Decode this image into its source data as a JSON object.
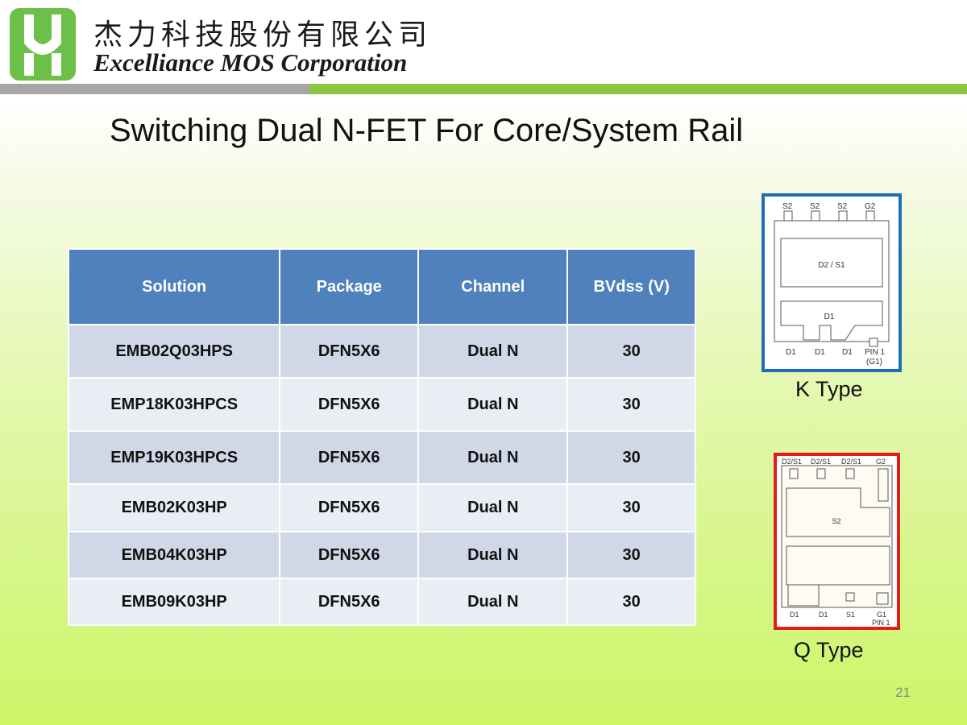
{
  "header": {
    "company_cn": "杰力科技股份有限公司",
    "company_en": "Excelliance MOS Corporation",
    "logo_icon": "excelliance-logo-icon",
    "colors": {
      "logo_green": "#6cc04a",
      "bar_grey": "#a6a6a6",
      "bar_green": "#8cc63f"
    }
  },
  "slide": {
    "title": "Switching Dual N-FET For Core/System Rail",
    "page_number": "21"
  },
  "table": {
    "header_color": "#4f81bd",
    "columns": [
      "Solution",
      "Package",
      "Channel",
      "BVdss (V)"
    ],
    "rows": [
      [
        "EMB02Q03HPS",
        "DFN5X6",
        "Dual N",
        "30"
      ],
      [
        "EMP18K03HPCS",
        "DFN5X6",
        "Dual N",
        "30"
      ],
      [
        "EMP19K03HPCS",
        "DFN5X6",
        "Dual N",
        "30"
      ],
      [
        "EMB02K03HP",
        "DFN5X6",
        "Dual N",
        "30"
      ],
      [
        "EMB04K03HP",
        "DFN5X6",
        "Dual N",
        "30"
      ],
      [
        "EMB09K03HP",
        "DFN5X6",
        "Dual N",
        "30"
      ]
    ]
  },
  "packages": {
    "k_type": {
      "label": "K Type",
      "border_color": "#1f6fb8",
      "top_pins": [
        "S2",
        "S2",
        "S2",
        "G2"
      ],
      "pad_upper": "D2 / S1",
      "pad_lower": "D1",
      "bottom_pins": [
        "D1",
        "D1",
        "D1",
        "PIN 1"
      ],
      "pin1_note": "(G1)"
    },
    "q_type": {
      "label": "Q Type",
      "border_color": "#e51b1b",
      "top_pins": [
        "D2/S1",
        "D2/S1",
        "D2/S1",
        "G2"
      ],
      "pad_main": "S2",
      "bottom_pins": [
        "D1",
        "D1",
        "S1",
        "G1"
      ],
      "pin1_note": "PIN 1"
    }
  }
}
